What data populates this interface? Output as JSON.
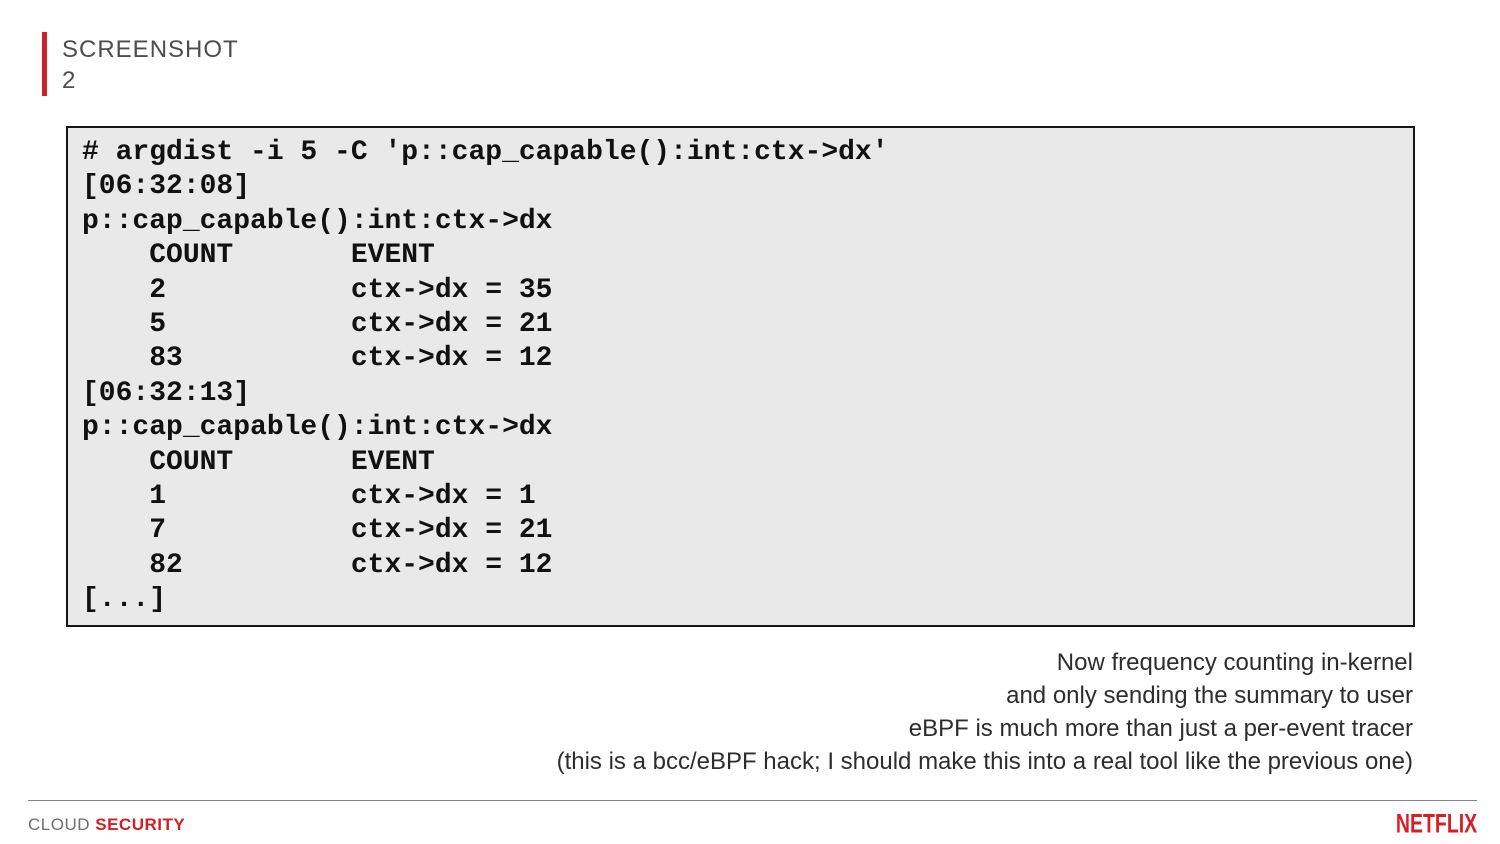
{
  "accent_color": "#cf2027",
  "netflix_red": "#d81f26",
  "terminal_bg": "#e9e9e9",
  "header": {
    "label": "SCREENSHOT",
    "number": "2"
  },
  "terminal": {
    "lines": [
      "# argdist -i 5 -C 'p::cap_capable():int:ctx->dx'",
      "[06:32:08]",
      "p::cap_capable():int:ctx->dx",
      "    COUNT       EVENT",
      "    2           ctx->dx = 35",
      "    5           ctx->dx = 21",
      "    83          ctx->dx = 12",
      "[06:32:13]",
      "p::cap_capable():int:ctx->dx",
      "    COUNT       EVENT",
      "    1           ctx->dx = 1",
      "    7           ctx->dx = 21",
      "    82          ctx->dx = 12",
      "[...]"
    ],
    "command": "# argdist -i 5 -C 'p::cap_capable():int:ctx->dx'",
    "samples": [
      {
        "timestamp": "[06:32:08]",
        "probe": "p::cap_capable():int:ctx->dx",
        "columns": [
          "COUNT",
          "EVENT"
        ],
        "rows": [
          {
            "count": "2",
            "event": "ctx->dx = 35"
          },
          {
            "count": "5",
            "event": "ctx->dx = 21"
          },
          {
            "count": "83",
            "event": "ctx->dx = 12"
          }
        ]
      },
      {
        "timestamp": "[06:32:13]",
        "probe": "p::cap_capable():int:ctx->dx",
        "columns": [
          "COUNT",
          "EVENT"
        ],
        "rows": [
          {
            "count": "1",
            "event": "ctx->dx = 1"
          },
          {
            "count": "7",
            "event": "ctx->dx = 21"
          },
          {
            "count": "82",
            "event": "ctx->dx = 12"
          }
        ]
      }
    ],
    "truncation_marker": "[...]"
  },
  "notes": {
    "lines": [
      "Now frequency counting in-kernel",
      "and only sending the summary to user",
      "eBPF is much more than just a per-event tracer",
      "(this is a bcc/eBPF hack; I should make this into a real tool like the previous one)"
    ]
  },
  "footer": {
    "brand_word_1": "CLOUD",
    "brand_word_2": "SECURITY",
    "logo_text": "NETFLIX"
  }
}
